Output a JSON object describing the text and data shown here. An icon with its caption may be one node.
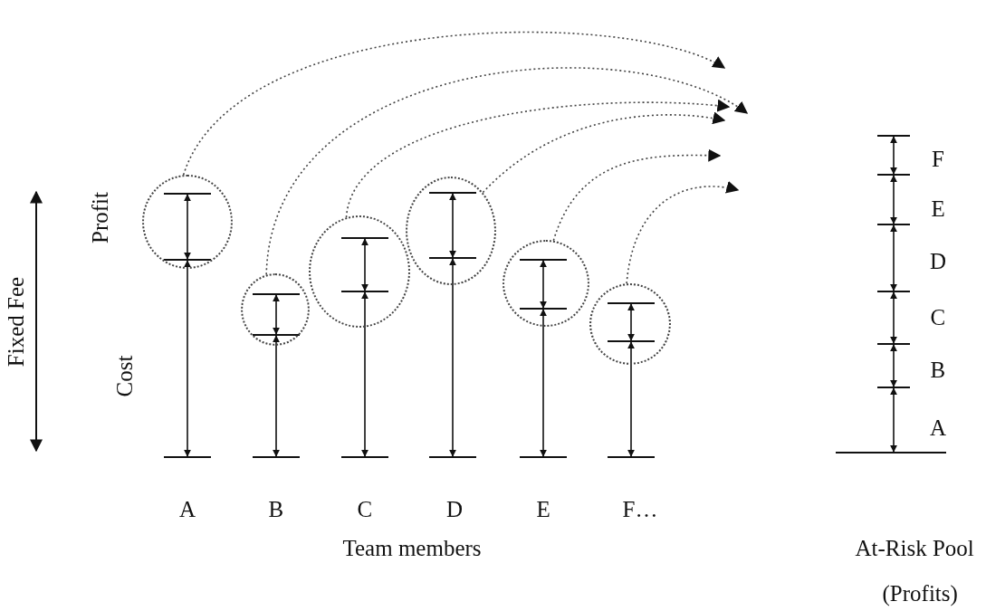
{
  "diagram": {
    "nodes": [
      {
        "text": [],
        "shape": "circle"
      },
      {
        "text": [],
        "shape": "circle"
      },
      {
        "text": [],
        "shape": "circle"
      },
      {
        "text": [],
        "shape": "circle"
      },
      {
        "text": [],
        "shape": "circle"
      },
      {
        "text": [],
        "shape": "circle"
      }
    ],
    "edges": [
      {
        "from": 0,
        "to": null,
        "arrow": "to",
        "style": "dashed"
      },
      {
        "from": 1,
        "to": null,
        "arrow": "to",
        "style": "dashed"
      },
      {
        "from": 2,
        "to": null,
        "arrow": "to",
        "style": "dashed"
      },
      {
        "from": 3,
        "to": null,
        "arrow": "to",
        "style": "dashed"
      },
      {
        "from": 4,
        "to": null,
        "arrow": "to",
        "style": "dashed"
      },
      {
        "from": 5,
        "to": null,
        "arrow": "to",
        "style": "dashed"
      }
    ],
    "labels": [
      "Profit",
      "Fixed Fee",
      "Cost",
      "F",
      "E",
      "D",
      "C",
      "B",
      "A",
      "A",
      "B",
      "C",
      "D",
      "E",
      "F…",
      "Team members",
      "At-Risk Pool",
      "(Profits)"
    ]
  }
}
